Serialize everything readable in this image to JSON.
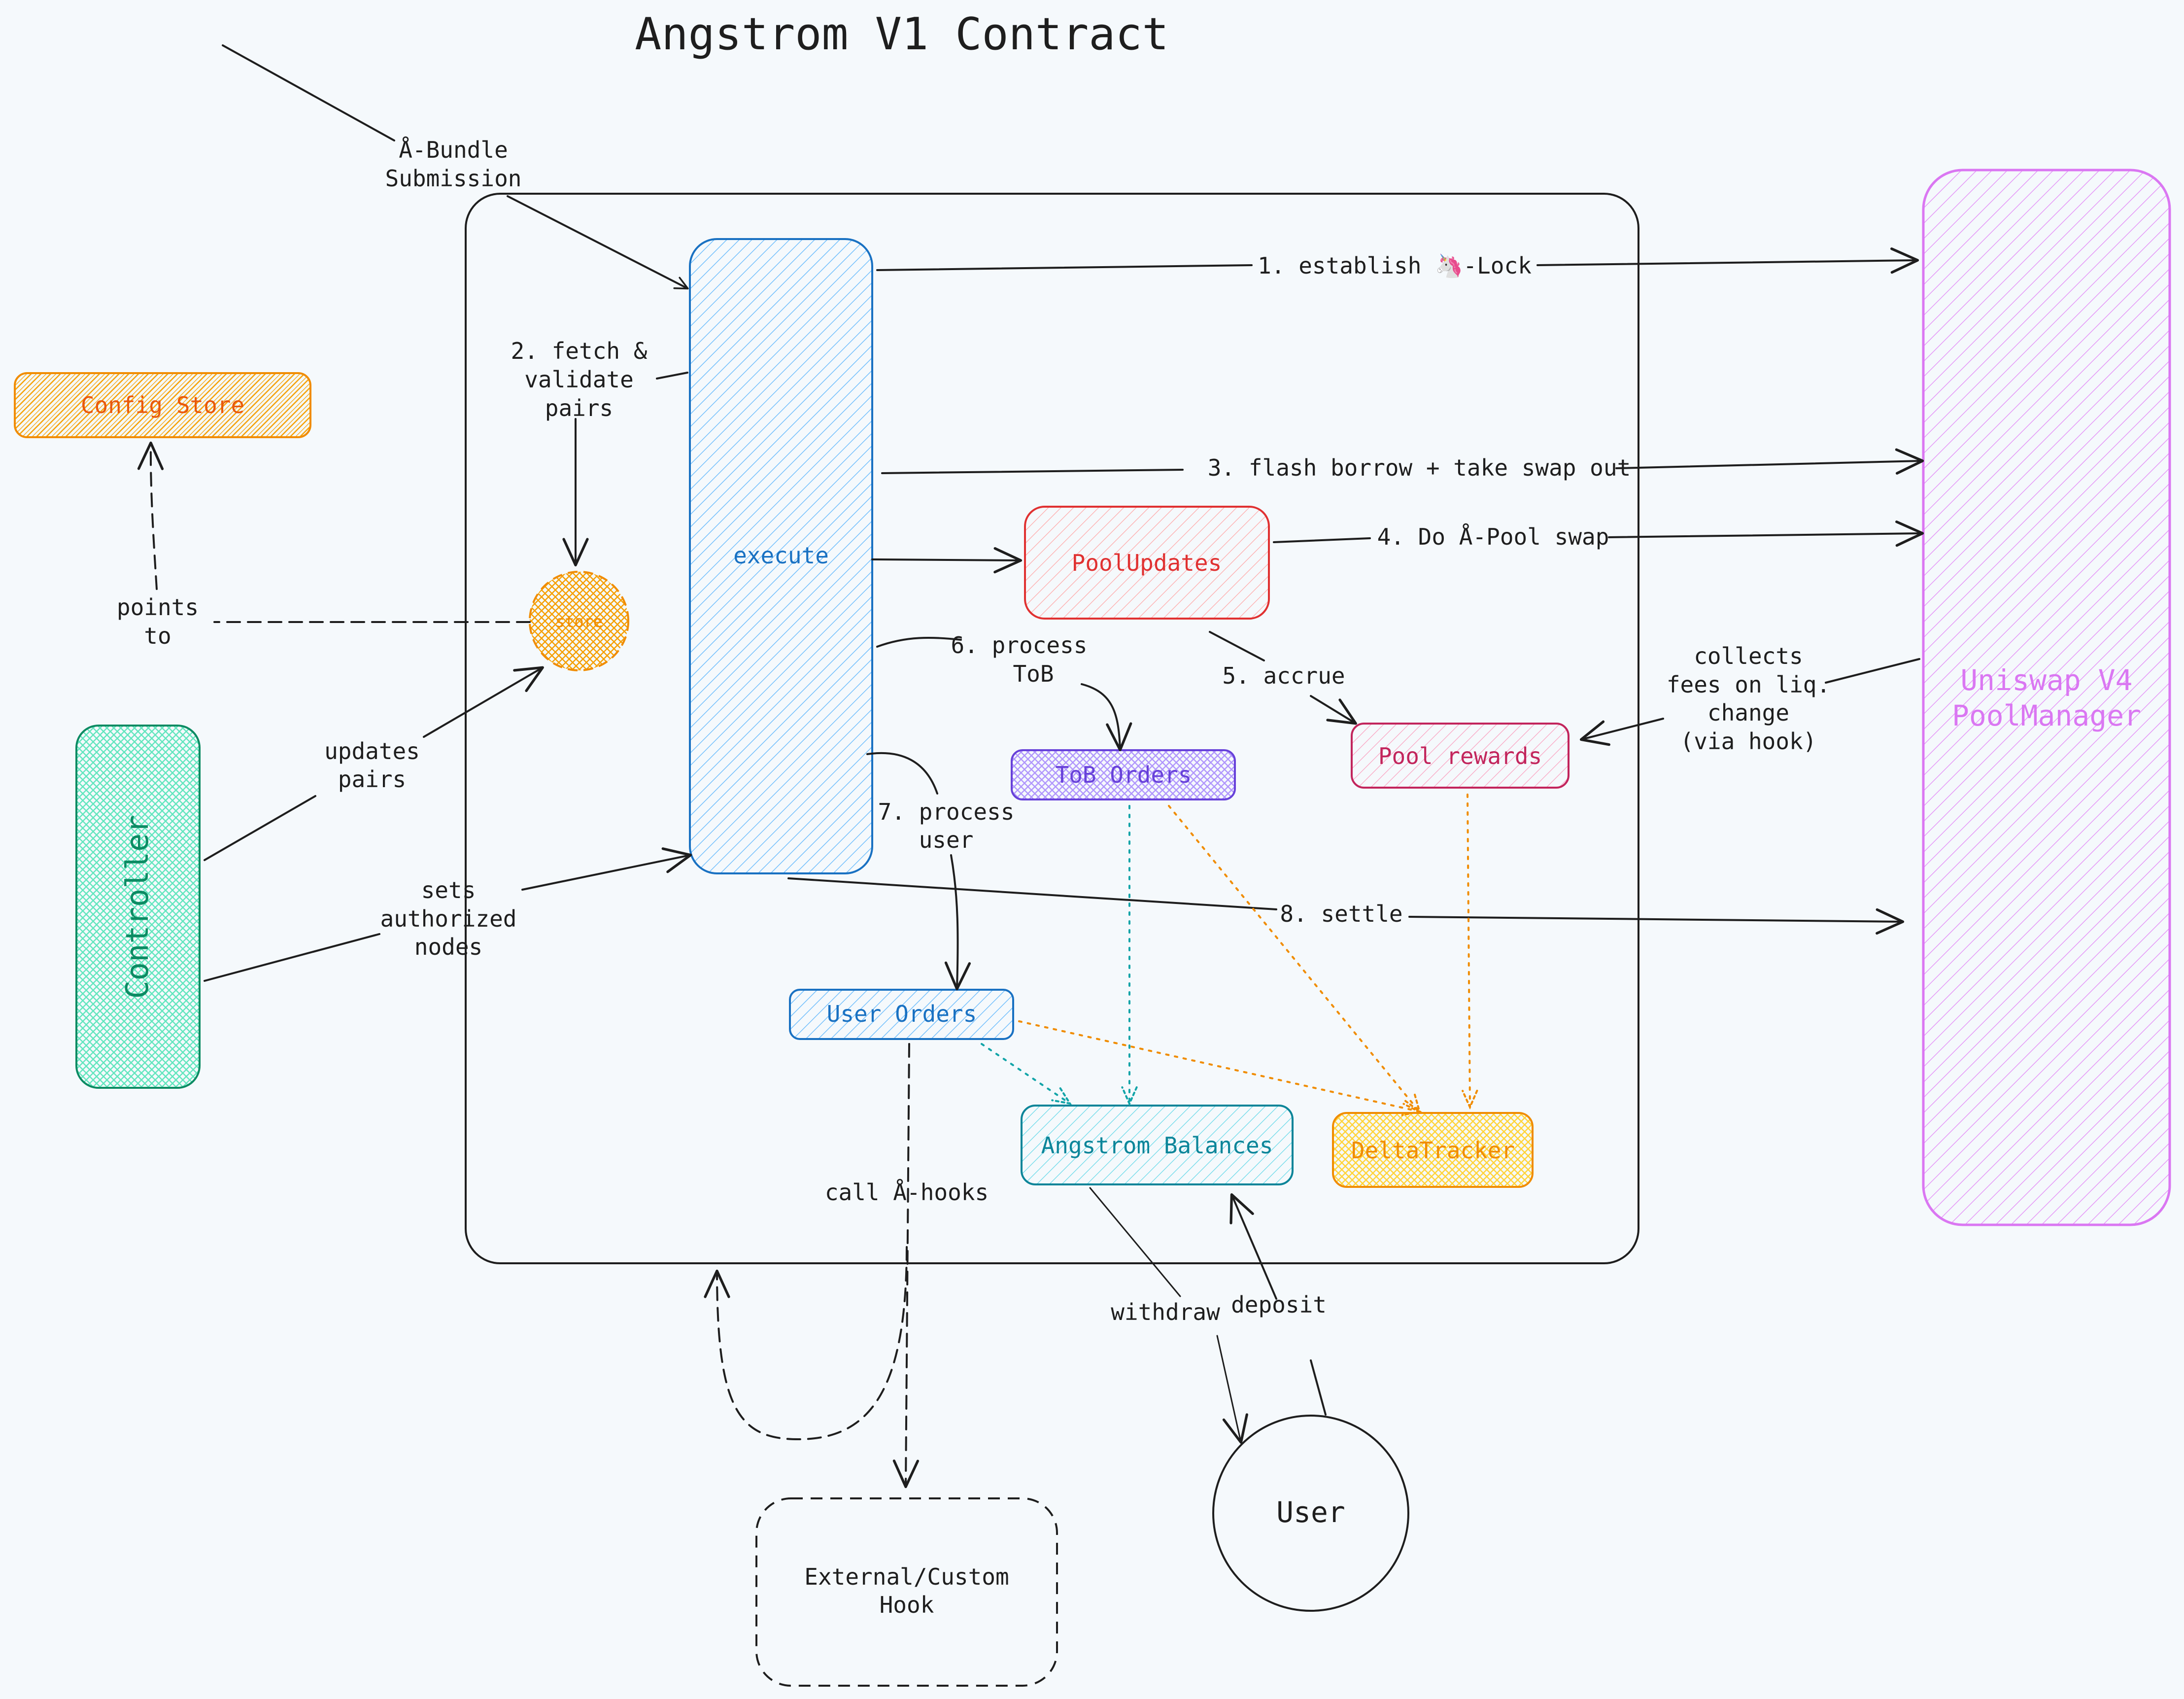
{
  "title": "Angstrom V1 Contract",
  "colors": {
    "background": "#f5f9fc",
    "ink": "#1e1e1e",
    "execute": "#1971c2",
    "config_store": "#f08c00",
    "controller": "#0c8b63",
    "pool_updates": "#e03131",
    "pool_rewards": "#c2255c",
    "tob_orders": "#6741d9",
    "user_orders": "#1971c2",
    "angstrom_balances": "#0c8599",
    "delta_tracker": "#f08c00",
    "uniswap": "#da77f2"
  },
  "nodes": {
    "execute": "execute",
    "config_store": "Config Store",
    "store": "store",
    "controller": "Controller",
    "pool_updates": "PoolUpdates",
    "tob_orders": "ToB Orders",
    "pool_rewards": "Pool rewards",
    "user_orders": "User Orders",
    "angstrom_balances": "Angstrom Balances",
    "delta_tracker": "DeltaTracker",
    "uniswap": [
      "Uniswap V4",
      "PoolManager"
    ],
    "external_hook": [
      "External/Custom",
      "Hook"
    ],
    "user": "User"
  },
  "edges": {
    "bundle_submission": [
      "Å-Bundle",
      "Submission"
    ],
    "establish_lock": "1. establish 🦄-Lock",
    "fetch_validate": [
      "2. fetch &",
      "validate",
      "pairs"
    ],
    "flash_borrow": "3. flash borrow + take swap out",
    "pool_swap": "4. Do Å-Pool swap",
    "accrue": "5. accrue",
    "process_tob": [
      "6. process",
      "ToB"
    ],
    "process_user": [
      "7. process",
      "user"
    ],
    "settle": "8. settle",
    "points_to": [
      "points",
      "to"
    ],
    "updates_pairs": [
      "updates",
      "pairs"
    ],
    "sets_authorized_nodes": [
      "sets",
      "authorized",
      "nodes"
    ],
    "collects_fees": [
      "collects",
      "fees on liq.",
      "change",
      "(via hook)"
    ],
    "call_hooks": "call Å-hooks",
    "withdraw": "withdraw",
    "deposit": "deposit"
  }
}
